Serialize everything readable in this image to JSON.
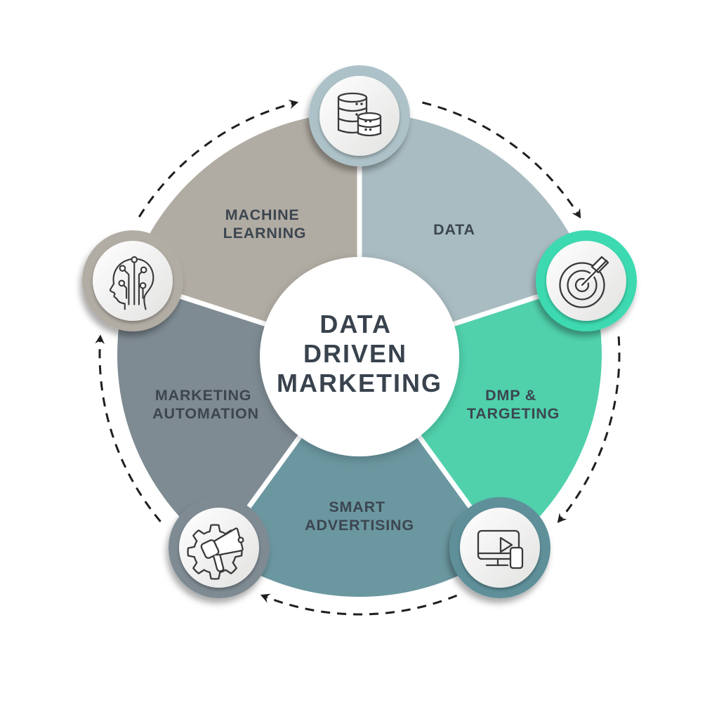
{
  "title": {
    "lines": [
      "DATA",
      "DRIVEN",
      "MARKETING"
    ]
  },
  "colors": {
    "background": "#FFFFFF",
    "title_text": "#39434E",
    "label_text": "#3C4650",
    "arrow": "#1F1F1F",
    "icon_stroke": "#3A3A3A",
    "divider": "#FFFFFF",
    "center_fill": "#FFFFFF",
    "disc_light": "#FFFFFF",
    "disc_dark": "#E2E2E1"
  },
  "segments": [
    {
      "label_lines": [
        "DATA"
      ],
      "color": "#A9BCC2",
      "ring_color": "#ADC2C8",
      "icon": "database-icon"
    },
    {
      "label_lines": [
        "DMP &",
        "TARGETING"
      ],
      "color": "#50D1AC",
      "ring_color": "#3EDAB1",
      "icon": "target-dart-icon"
    },
    {
      "label_lines": [
        "SMART",
        "ADVERTISING"
      ],
      "color": "#6B97A0",
      "ring_color": "#5E909A",
      "icon": "video-player-icon"
    },
    {
      "label_lines": [
        "MARKETING",
        "AUTOMATION"
      ],
      "color": "#7E8B93",
      "ring_color": "#7E8B93",
      "icon": "gear-megaphone-icon"
    },
    {
      "label_lines": [
        "MACHINE",
        "LEARNING"
      ],
      "color": "#B1ACA3",
      "ring_color": "#B2ADA4",
      "icon": "head-circuit-icon"
    }
  ]
}
